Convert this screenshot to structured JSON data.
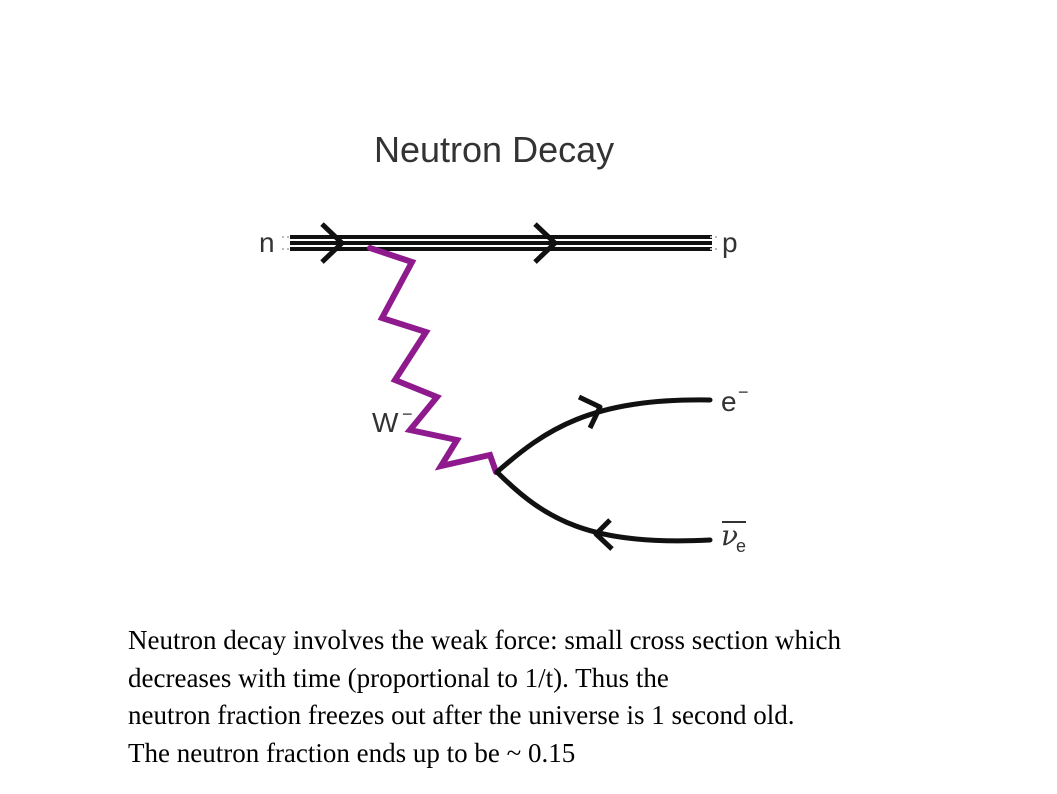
{
  "diagram": {
    "title": "Neutron Decay",
    "labels": {
      "neutron": "n",
      "proton": "p",
      "w_boson": "W",
      "w_charge": "−",
      "electron": "e",
      "electron_charge": "−",
      "antineutrino": "ν",
      "antineutrino_sub": "e"
    },
    "colors": {
      "fermion_line": "#111111",
      "w_boson": "#8e1a8e",
      "text": "#333333"
    }
  },
  "caption": {
    "lines": [
      "Neutron decay involves the weak force: small cross section which",
      "decreases with time (proportional to 1/t). Thus the",
      "neutron fraction freezes out after the universe is 1 second old.",
      "The neutron fraction ends up to be  ~ 0.15"
    ]
  }
}
